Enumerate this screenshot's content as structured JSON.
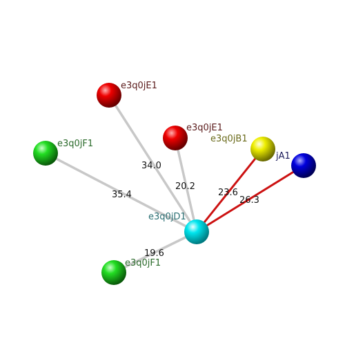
{
  "colors": {
    "bond_gray": "#c8c8c8",
    "bond_red": "#cc1111",
    "background": "#ffffff"
  },
  "nodes": [
    {
      "id": "center",
      "label": "e3q0jD1",
      "color": "#00e5ee",
      "label_color": "#2a6f73"
    },
    {
      "id": "e1-top",
      "label": "e3q0jE1",
      "color": "#ee0000",
      "label_color": "#5a1a1a"
    },
    {
      "id": "e1-mid",
      "label": "e3q0jE1",
      "color": "#ee0000",
      "label_color": "#5a1a1a"
    },
    {
      "id": "f1-left",
      "label": "e3q0jF1",
      "color": "#22dd22",
      "label_color": "#2a6a2a"
    },
    {
      "id": "f1-bottom",
      "label": "e3q0jF1",
      "color": "#22dd22",
      "label_color": "#2a6a2a"
    },
    {
      "id": "b1",
      "label": "e3q0jB1",
      "color": "#eeee00",
      "label_color": "#6a6a1a"
    },
    {
      "id": "a1",
      "label": "jA1",
      "color": "#0000dd",
      "label_color": "#1a1a5a"
    }
  ],
  "edges": [
    {
      "to": "e1-top",
      "label": "34.0",
      "type": "gray"
    },
    {
      "to": "e1-mid",
      "label": "20.2",
      "type": "gray"
    },
    {
      "to": "f1-left",
      "label": "35.4",
      "type": "gray"
    },
    {
      "to": "f1-bottom",
      "label": "19.6",
      "type": "gray"
    },
    {
      "to": "b1",
      "label": "23.6",
      "type": "red"
    },
    {
      "to": "a1",
      "label": "26.3",
      "type": "red"
    }
  ]
}
